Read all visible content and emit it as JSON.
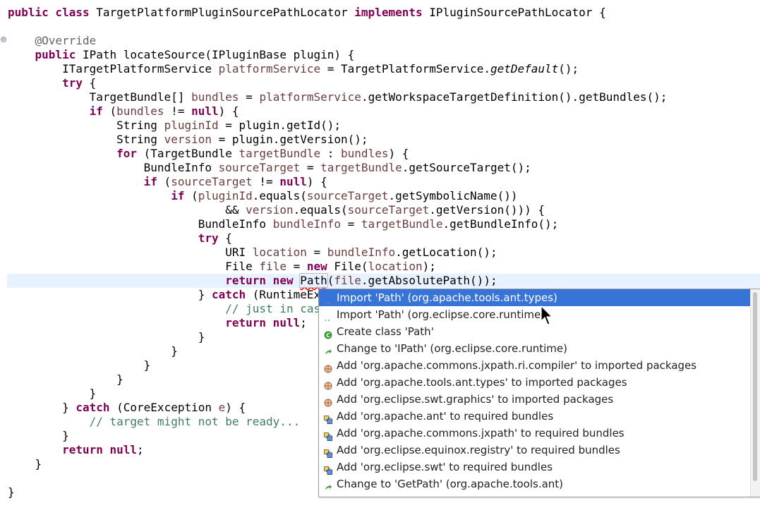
{
  "editor": {
    "lines": [
      [
        [
          "kw",
          "public class "
        ],
        [
          "t",
          "TargetPlatformPluginSourcePathLocator "
        ],
        [
          "kw",
          "implements "
        ],
        [
          "t",
          "IPluginSourcePathLocator {"
        ]
      ],
      [],
      [
        [
          "t",
          "    "
        ],
        [
          "ann",
          "@Override"
        ]
      ],
      [
        [
          "t",
          "    "
        ],
        [
          "kw",
          "public "
        ],
        [
          "t",
          "IPath locateSource(IPluginBase plugin) {"
        ]
      ],
      [
        [
          "t",
          "        ITargetPlatformService "
        ],
        [
          "fld",
          "platformService"
        ],
        [
          "t",
          " = TargetPlatformService."
        ],
        [
          "it",
          "getDefault"
        ],
        [
          "t",
          "();"
        ]
      ],
      [
        [
          "t",
          "        "
        ],
        [
          "kw",
          "try"
        ],
        [
          "t",
          " {"
        ]
      ],
      [
        [
          "t",
          "            TargetBundle[] "
        ],
        [
          "fld",
          "bundles"
        ],
        [
          "t",
          " = "
        ],
        [
          "fld",
          "platformService"
        ],
        [
          "t",
          ".getWorkspaceTargetDefinition().getBundles();"
        ]
      ],
      [
        [
          "t",
          "            "
        ],
        [
          "kw",
          "if"
        ],
        [
          "t",
          " ("
        ],
        [
          "fld",
          "bundles"
        ],
        [
          "t",
          " != "
        ],
        [
          "kw",
          "null"
        ],
        [
          "t",
          ") {"
        ]
      ],
      [
        [
          "t",
          "                String "
        ],
        [
          "fld",
          "pluginId"
        ],
        [
          "t",
          " = plugin.getId();"
        ]
      ],
      [
        [
          "t",
          "                String "
        ],
        [
          "fld",
          "version"
        ],
        [
          "t",
          " = plugin.getVersion();"
        ]
      ],
      [
        [
          "t",
          "                "
        ],
        [
          "kw",
          "for"
        ],
        [
          "t",
          " (TargetBundle "
        ],
        [
          "fld",
          "targetBundle"
        ],
        [
          "t",
          " : "
        ],
        [
          "fld",
          "bundles"
        ],
        [
          "t",
          ") {"
        ]
      ],
      [
        [
          "t",
          "                    BundleInfo "
        ],
        [
          "fld",
          "sourceTarget"
        ],
        [
          "t",
          " = "
        ],
        [
          "fld",
          "targetBundle"
        ],
        [
          "t",
          ".getSourceTarget();"
        ]
      ],
      [
        [
          "t",
          "                    "
        ],
        [
          "kw",
          "if"
        ],
        [
          "t",
          " ("
        ],
        [
          "fld",
          "sourceTarget"
        ],
        [
          "t",
          " != "
        ],
        [
          "kw",
          "null"
        ],
        [
          "t",
          ") {"
        ]
      ],
      [
        [
          "t",
          "                        "
        ],
        [
          "kw",
          "if"
        ],
        [
          "t",
          " ("
        ],
        [
          "fld",
          "pluginId"
        ],
        [
          "t",
          ".equals("
        ],
        [
          "fld",
          "sourceTarget"
        ],
        [
          "t",
          ".getSymbolicName())"
        ]
      ],
      [
        [
          "t",
          "                                && "
        ],
        [
          "fld",
          "version"
        ],
        [
          "t",
          ".equals("
        ],
        [
          "fld",
          "sourceTarget"
        ],
        [
          "t",
          ".getVersion())) {"
        ]
      ],
      [
        [
          "t",
          "                            BundleInfo "
        ],
        [
          "fld",
          "bundleInfo"
        ],
        [
          "t",
          " = "
        ],
        [
          "fld",
          "targetBundle"
        ],
        [
          "t",
          ".getBundleInfo();"
        ]
      ],
      [
        [
          "t",
          "                            "
        ],
        [
          "kw",
          "try"
        ],
        [
          "t",
          " {"
        ]
      ],
      [
        [
          "t",
          "                                URI "
        ],
        [
          "fld",
          "location"
        ],
        [
          "t",
          " = "
        ],
        [
          "fld",
          "bundleInfo"
        ],
        [
          "t",
          ".getLocation();"
        ]
      ],
      [
        [
          "t",
          "                                File "
        ],
        [
          "fld",
          "file"
        ],
        [
          "t",
          " = "
        ],
        [
          "kw",
          "new"
        ],
        [
          "t",
          " File("
        ],
        [
          "fld",
          "location"
        ],
        [
          "t",
          ");"
        ]
      ],
      [
        [
          "t",
          "                                "
        ],
        [
          "kw",
          "return new "
        ],
        [
          "err",
          "Path"
        ],
        [
          "t",
          "("
        ],
        [
          "fld",
          "file"
        ],
        [
          "t",
          ".getAbsolutePath());"
        ]
      ],
      [
        [
          "t",
          "                            } "
        ],
        [
          "kw",
          "catch"
        ],
        [
          "t",
          " (RuntimeException "
        ],
        [
          "fld",
          "e"
        ],
        [
          "t",
          ") {"
        ]
      ],
      [
        [
          "t",
          "                                "
        ],
        [
          "cm",
          "// just in case"
        ]
      ],
      [
        [
          "t",
          "                                "
        ],
        [
          "kw",
          "return null"
        ],
        [
          "t",
          ";"
        ]
      ],
      [
        [
          "t",
          "                            }"
        ]
      ],
      [
        [
          "t",
          "                        }"
        ]
      ],
      [
        [
          "t",
          "                    }"
        ]
      ],
      [
        [
          "t",
          "                }"
        ]
      ],
      [
        [
          "t",
          "            }"
        ]
      ],
      [
        [
          "t",
          "        } "
        ],
        [
          "kw",
          "catch"
        ],
        [
          "t",
          " (CoreException "
        ],
        [
          "fld",
          "e"
        ],
        [
          "t",
          ") {"
        ]
      ],
      [
        [
          "t",
          "            "
        ],
        [
          "cm",
          "// target might not be ready..."
        ]
      ],
      [
        [
          "t",
          "        }"
        ]
      ],
      [
        [
          "t",
          "        "
        ],
        [
          "kw",
          "return null"
        ],
        [
          "t",
          ";"
        ]
      ],
      [
        [
          "t",
          "    }"
        ]
      ],
      [],
      [
        [
          "t",
          "}"
        ]
      ]
    ],
    "fold_marker": "⊖"
  },
  "quickfix": {
    "items": [
      {
        "icon": "import-icon",
        "label": "Import 'Path' (org.apache.tools.ant.types)",
        "selected": true
      },
      {
        "icon": "import-icon",
        "label": "Import 'Path' (org.eclipse.core.runtime)"
      },
      {
        "icon": "create-class-icon",
        "label": "Create class 'Path'"
      },
      {
        "icon": "change-icon",
        "label": "Change to 'IPath' (org.eclipse.core.runtime)"
      },
      {
        "icon": "package-icon",
        "label": "Add 'org.apache.commons.jxpath.ri.compiler' to imported packages"
      },
      {
        "icon": "package-icon",
        "label": "Add 'org.apache.tools.ant.types' to imported packages"
      },
      {
        "icon": "package-icon",
        "label": "Add 'org.eclipse.swt.graphics' to imported packages"
      },
      {
        "icon": "bundle-icon",
        "label": "Add 'org.apache.ant' to required bundles"
      },
      {
        "icon": "bundle-icon",
        "label": "Add 'org.apache.commons.jxpath' to required bundles"
      },
      {
        "icon": "bundle-icon",
        "label": "Add 'org.eclipse.equinox.registry' to required bundles"
      },
      {
        "icon": "bundle-icon",
        "label": "Add 'org.eclipse.swt' to required bundles"
      },
      {
        "icon": "change-icon",
        "label": "Change to 'GetPath' (org.apache.tools.ant)",
        "cut": true
      }
    ]
  },
  "colors": {
    "keyword": "#7f0055",
    "field": "#6a3e3e",
    "comment": "#3f7f5f",
    "selection": "#3874d8",
    "current_line": "#e8f2fe"
  }
}
